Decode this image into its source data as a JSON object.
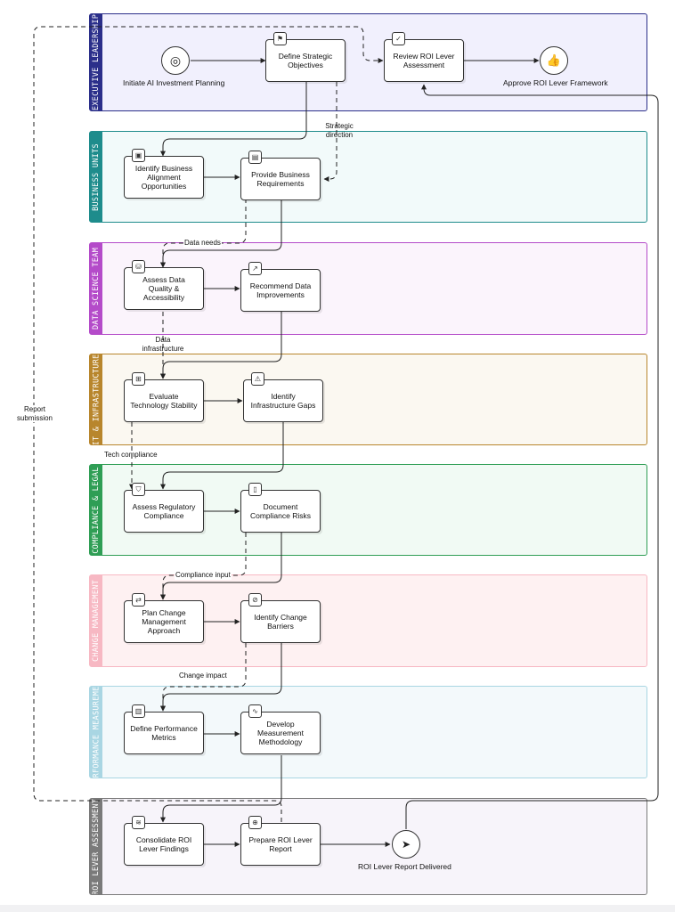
{
  "lanes": {
    "exec": {
      "label": "EXECUTIVE LEADERSHIP",
      "color": "#2b2f8a",
      "bg": "#f1f0fd"
    },
    "bu": {
      "label": "BUSINESS UNITS",
      "color": "#1e8c8c",
      "bg": "#f2fafa"
    },
    "ds": {
      "label": "DATA SCIENCE TEAM",
      "color": "#b44bc9",
      "bg": "#fbf4fc"
    },
    "it": {
      "label": "IT & INFRASTRUCTURE",
      "color": "#b8862d",
      "bg": "#fbf8f1"
    },
    "cl": {
      "label": "COMPLIANCE & LEGAL",
      "color": "#2f9e55",
      "bg": "#f1faf4"
    },
    "cm": {
      "label": "CHANGE MANAGEMENT",
      "color": "#f7b8c3",
      "bg": "#fef1f2"
    },
    "pm": {
      "label": "PERFORMANCE MEASUREMENT",
      "color": "#a9d6e3",
      "bg": "#f3f9fb"
    },
    "roi": {
      "label": "ROI LEVER ASSESSMENT",
      "color": "#7a7a7a",
      "bg": "#f7f4fa"
    }
  },
  "nodes": {
    "start": {
      "label": "Initiate AI Investment Planning",
      "icon": "target-icon"
    },
    "define_objectives": {
      "label": "Define Strategic Objectives",
      "icon": "flag-icon"
    },
    "review_roi": {
      "label": "Review ROI Lever Assessment",
      "icon": "check-circle-icon"
    },
    "approve": {
      "label": "Approve ROI Lever Framework",
      "icon": "thumbs-up-icon"
    },
    "identify_alignment": {
      "label": "Identify Business Alignment Opportunities",
      "icon": "briefcase-icon"
    },
    "business_requirements": {
      "label": "Provide Business Requirements",
      "icon": "document-icon"
    },
    "assess_data": {
      "label": "Assess Data Quality & Accessibility",
      "icon": "database-icon"
    },
    "recommend_data": {
      "label": "Recommend Data Improvements",
      "icon": "trend-up-icon"
    },
    "evaluate_tech": {
      "label": "Evaluate Technology Stability",
      "icon": "cpu-icon"
    },
    "infra_gaps": {
      "label": "Identify Infrastructure Gaps",
      "icon": "warning-icon"
    },
    "assess_regulatory": {
      "label": "Assess Regulatory Compliance",
      "icon": "shield-icon"
    },
    "document_risks": {
      "label": "Document Compliance Risks",
      "icon": "file-icon"
    },
    "plan_change": {
      "label": "Plan Change Management Approach",
      "icon": "exchange-icon"
    },
    "change_barriers": {
      "label": "Identify Change Barriers",
      "icon": "ban-icon"
    },
    "define_metrics": {
      "label": "Define Performance Metrics",
      "icon": "bar-chart-icon"
    },
    "measurement_method": {
      "label": "Develop Measurement Methodology",
      "icon": "pulse-icon"
    },
    "consolidate": {
      "label": "Consolidate ROI Lever Findings",
      "icon": "layers-icon"
    },
    "prepare_report": {
      "label": "Prepare ROI Lever Report",
      "icon": "file-plus-icon"
    },
    "delivered": {
      "label": "ROI Lever Report Delivered",
      "icon": "send-icon"
    }
  },
  "edge_labels": {
    "strategic_direction": "Strategic direction",
    "data_needs": "Data needs",
    "data_infrastructure": "Data infrastructure",
    "tech_compliance": "Tech compliance",
    "compliance_input": "Compliance input",
    "change_impact": "Change impact",
    "report_submission": "Report submission"
  }
}
